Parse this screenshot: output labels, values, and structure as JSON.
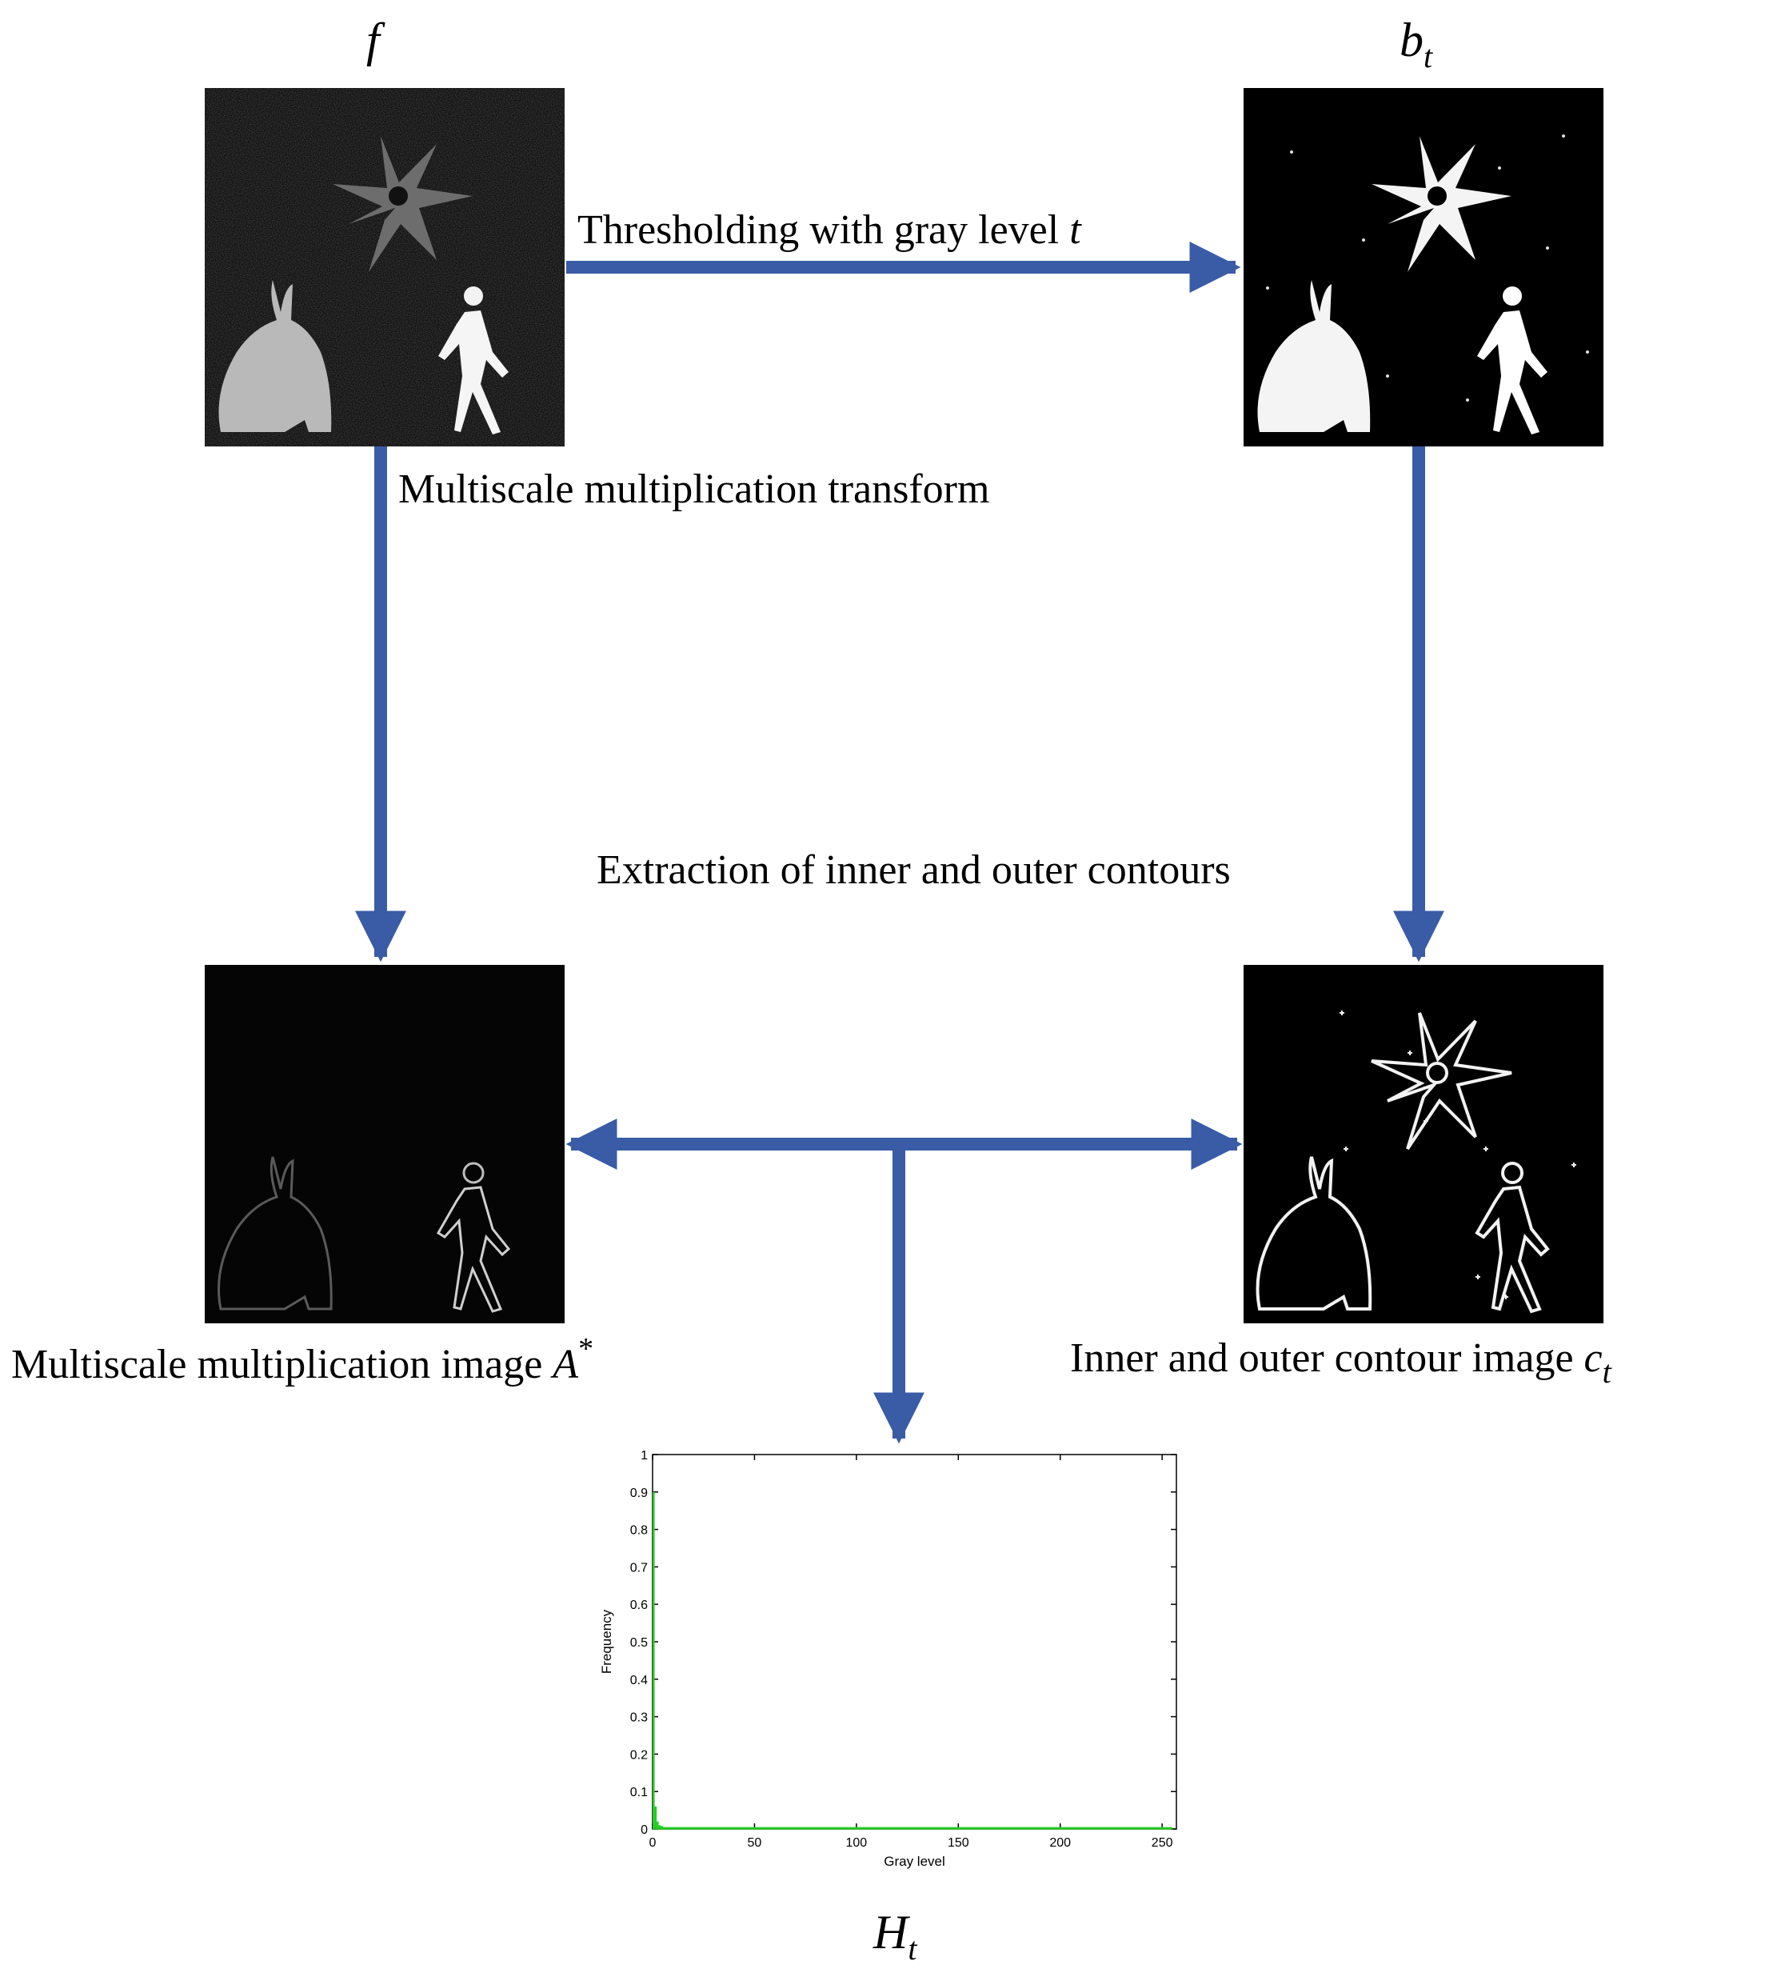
{
  "labels": {
    "f": "f",
    "b": "b",
    "b_sub": "t",
    "threshold_text": "Thresholding with gray level ",
    "threshold_var": "t",
    "multiscale_transform": "Multiscale multiplication transform",
    "extraction": "Extraction of inner and outer contours",
    "multiscale_image_text": "Multiscale multiplication image ",
    "multiscale_image_var": "A",
    "multiscale_image_sup": "*",
    "contour_image_text": "Inner and outer contour image ",
    "contour_image_var": "c",
    "contour_image_sub": "t",
    "H": "H",
    "H_sub": "t"
  },
  "colors": {
    "arrow": "#3a5ca6",
    "arrow_edge": "#2a4a8c",
    "histogram": "#22cc22"
  },
  "chart_data": {
    "type": "bar",
    "xlabel": "Gray level",
    "ylabel": "Frequency",
    "xlim": [
      0,
      255
    ],
    "ylim": [
      0,
      1
    ],
    "xticks": [
      0,
      50,
      100,
      150,
      200,
      250
    ],
    "yticks": [
      0,
      0.1,
      0.2,
      0.3,
      0.4,
      0.5,
      0.6,
      0.7,
      0.8,
      0.9,
      1
    ],
    "ytick_labels": [
      "0",
      "0.1",
      "0.2",
      "0.3",
      "0.4",
      "0.5",
      "0.6",
      "0.7",
      "0.8",
      "0.9",
      "1"
    ],
    "series": [
      {
        "x": [
          0,
          1,
          2,
          3,
          4,
          5,
          6,
          8,
          10,
          15,
          20,
          40,
          80,
          120,
          160,
          200,
          250
        ],
        "values": [
          0.9,
          0.06,
          0.02,
          0.01,
          0.008,
          0.005,
          0.004,
          0.003,
          0.003,
          0.002,
          0.002,
          0.001,
          0.001,
          0.001,
          0.001,
          0.001,
          0.001
        ]
      }
    ],
    "grid": false
  }
}
